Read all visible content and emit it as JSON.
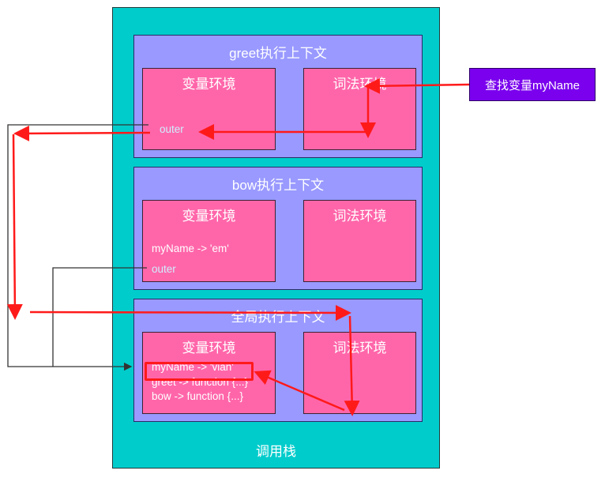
{
  "stack": {
    "label": "调用栈",
    "contexts": [
      {
        "title": "greet执行上下文",
        "variable_env": {
          "title": "变量环境",
          "lines": [],
          "outer": "outer"
        },
        "lexical_env": {
          "title": "词法环境"
        }
      },
      {
        "title": "bow执行上下文",
        "variable_env": {
          "title": "变量环境",
          "lines": [
            "myName -> 'em'"
          ],
          "outer": "outer"
        },
        "lexical_env": {
          "title": "词法环境"
        }
      },
      {
        "title": "全局执行上下文",
        "variable_env": {
          "title": "变量环境",
          "lines": [
            "myName -> 'vian'",
            "greet -> function {...}",
            "bow -> function {...}"
          ]
        },
        "lexical_env": {
          "title": "词法环境"
        }
      }
    ]
  },
  "query": {
    "label": "查找变量myName"
  },
  "colors": {
    "stack_bg": "#00cccc",
    "context_bg": "#9999ff",
    "env_bg": "#ff66aa",
    "query_bg": "#7a00ee",
    "arrow_red": "#ff1a1a",
    "connector": "#333333"
  }
}
